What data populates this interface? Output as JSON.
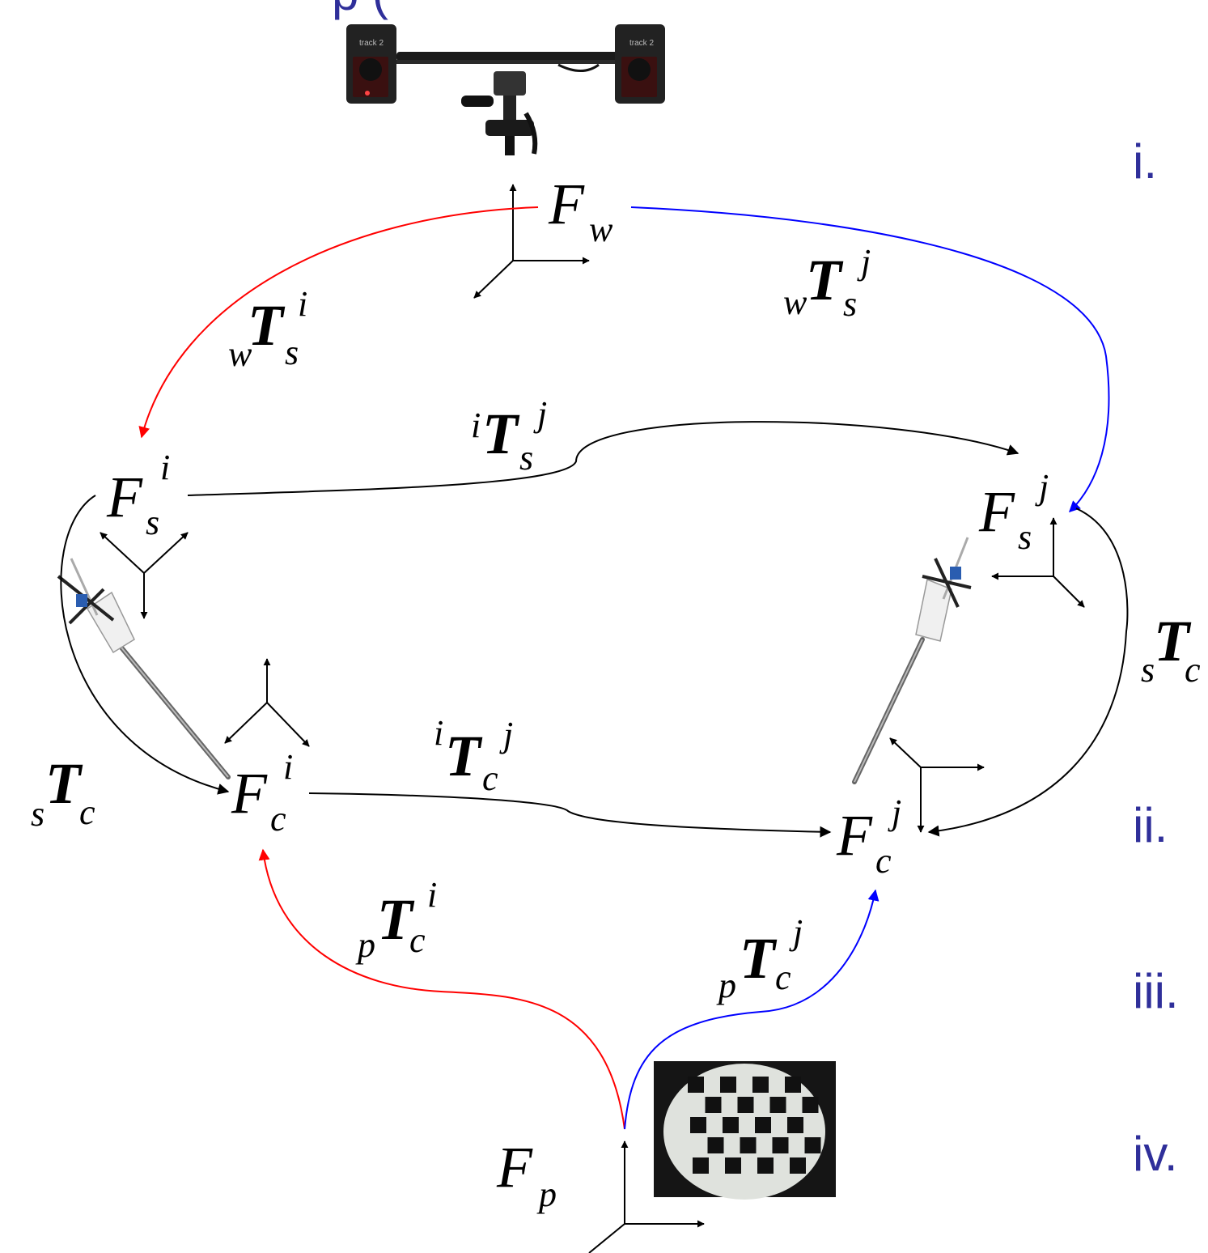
{
  "header": {
    "partial_title": "p ("
  },
  "colors": {
    "red": "#ff0000",
    "blue": "#0000ff",
    "black": "#000000",
    "title_blue": "#2f2f9a"
  },
  "list_markers": {
    "i": "i.",
    "ii": "ii.",
    "iii": "iii.",
    "iv": "iv."
  },
  "frames": {
    "w": {
      "main": "F",
      "sub": "w"
    },
    "s_i": {
      "main": "F",
      "sub": "s",
      "sup": "i"
    },
    "s_j": {
      "main": "F",
      "sub": "s",
      "sup": "j"
    },
    "c_i": {
      "main": "F",
      "sub": "c",
      "sup": "i"
    },
    "c_j": {
      "main": "F",
      "sub": "c",
      "sup": "j"
    },
    "p": {
      "main": "F",
      "sub": "p"
    }
  },
  "transforms": {
    "wTs_i": {
      "pre": "w",
      "main": "T",
      "sub": "s",
      "sup": "i"
    },
    "wTs_j": {
      "pre": "w",
      "main": "T",
      "sub": "s",
      "sup": "j"
    },
    "iTs_j": {
      "presup": "i",
      "main": "T",
      "sub": "s",
      "sup": "j"
    },
    "iTc_j": {
      "presup": "i",
      "main": "T",
      "sub": "c",
      "sup": "j"
    },
    "sTc_left": {
      "pre": "s",
      "main": "T",
      "sub": "c"
    },
    "sTc_right": {
      "pre": "s",
      "main": "T",
      "sub": "c"
    },
    "pTc_i": {
      "pre": "p",
      "main": "T",
      "sub": "c",
      "sup": "i"
    },
    "pTc_j": {
      "pre": "p",
      "main": "T",
      "sub": "c",
      "sup": "j"
    }
  },
  "images": {
    "tracker": {
      "name": "track 2",
      "name_right": "track 2"
    },
    "instrument": "endoscope-with-marker",
    "checkerboard": "calibration-checkerboard"
  }
}
